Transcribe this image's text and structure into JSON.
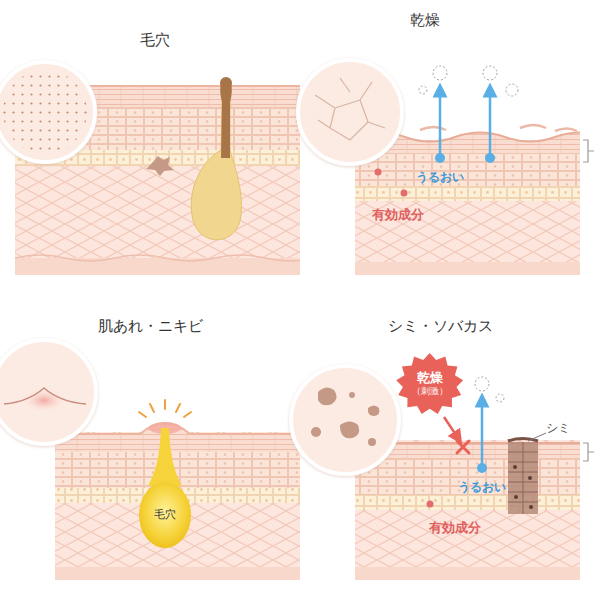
{
  "diagram": {
    "nodes": [
      {
        "text": [
          "毛穴"
        ]
      },
      {
        "text": [
          "乾燥",
          "（刺激）"
        ]
      }
    ],
    "labels": [
      "毛穴",
      "乾燥",
      "うるおい",
      "有効成分",
      "肌あれ・ニキビ",
      "シミ・ソバカス",
      "シミ",
      "うるおい",
      "有効成分"
    ]
  }
}
